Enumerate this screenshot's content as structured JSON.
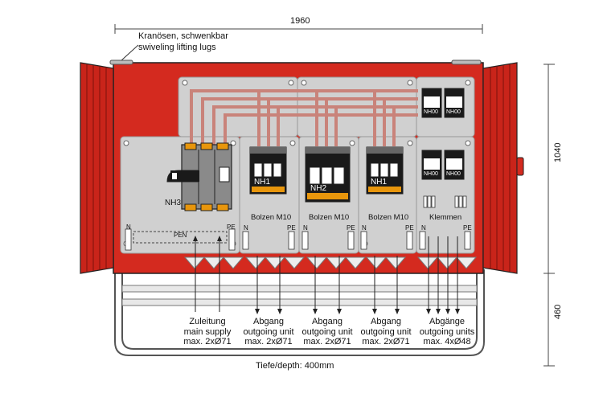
{
  "dimensions": {
    "width_label": "1960",
    "height_label": "1040",
    "base_label": "460",
    "depth_label": "Tiefe/depth: 400mm"
  },
  "lifting_lugs": {
    "line_de": "Kranösen, schwenkbar",
    "line_en": "swiveling lifting lugs"
  },
  "main_switch": {
    "fuse_label": "NH3"
  },
  "pen_bar": {
    "label": "PEN",
    "n_label": "N",
    "pe_label": "PE"
  },
  "fuse_units": [
    {
      "fuse_label": "NH1",
      "bolt_label": "Bolzen M10",
      "n_label": "N",
      "pe_label": "PE"
    },
    {
      "fuse_label": "NH2",
      "bolt_label": "Bolzen M10",
      "n_label": "N",
      "pe_label": "PE"
    },
    {
      "fuse_label": "NH1",
      "bolt_label": "Bolzen M10",
      "n_label": "N",
      "pe_label": "PE"
    }
  ],
  "small_unit": {
    "top_fuses": [
      "NH00",
      "NH00"
    ],
    "mid_fuses": [
      "NH00",
      "NH00"
    ],
    "terminal_label": "Klemmen",
    "n_label": "N",
    "pe_label": "PE"
  },
  "captions": {
    "supply": {
      "line1": "Zuleitung",
      "line2": "main supply",
      "line3": "max. 2xØ71"
    },
    "out1": {
      "line1": "Abgang",
      "line2": "outgoing unit",
      "line3": "max. 2xØ71"
    },
    "out2": {
      "line1": "Abgang",
      "line2": "outgoing unit",
      "line3": "max. 2xØ71"
    },
    "out3": {
      "line1": "Abgang",
      "line2": "outgoing unit",
      "line3": "max. 2xØ71"
    },
    "out4": {
      "line1": "Abgänge",
      "line2": "outgoing units",
      "line3": "max. 4xØ48"
    }
  },
  "colors": {
    "cabinet_red": "#d42a1f",
    "door_dark_red": "#b51d16",
    "panel_gray": "#d0d0d0",
    "busbar": "#d98a80",
    "fuse_orange": "#e8960c",
    "device_black": "#1a1a1a"
  }
}
